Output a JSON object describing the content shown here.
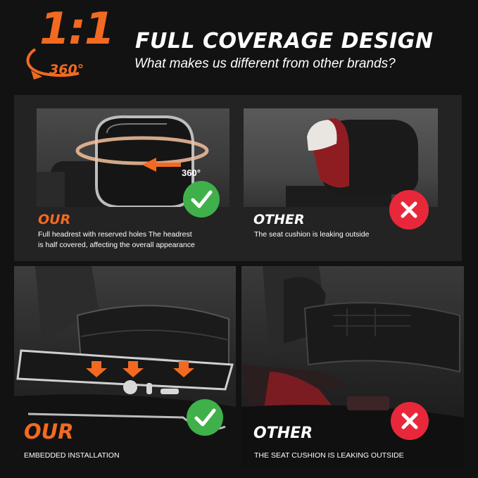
{
  "header": {
    "logo_ratio": "1:1",
    "logo_degrees": "360°",
    "title": "FULL COVERAGE DESIGN",
    "subtitle": "What makes us different from other brands?"
  },
  "top_comparison": {
    "ours": {
      "label": "OUR",
      "photo_annotation": "360°",
      "description_line1": "Full headrest with reserved holes The headrest",
      "description_line2": "is half covered, affecting the overall appearance",
      "badge_icon": "check-icon"
    },
    "other": {
      "label": "OTHER",
      "description": "The seat cushion is leaking outside",
      "badge_icon": "cross-icon"
    }
  },
  "bottom_comparison": {
    "ours": {
      "label": "OUR",
      "description": "EMBEDDED INSTALLATION",
      "badge_icon": "check-icon"
    },
    "other": {
      "label": "OTHER",
      "description": "THE SEAT CUSHION IS LEAKING OUTSIDE",
      "badge_icon": "cross-icon"
    }
  },
  "colors": {
    "accent_orange": "#f26a21",
    "check_green": "#3fb04a",
    "cross_red": "#e8283a",
    "background": "#121212",
    "panel": "#232323"
  }
}
